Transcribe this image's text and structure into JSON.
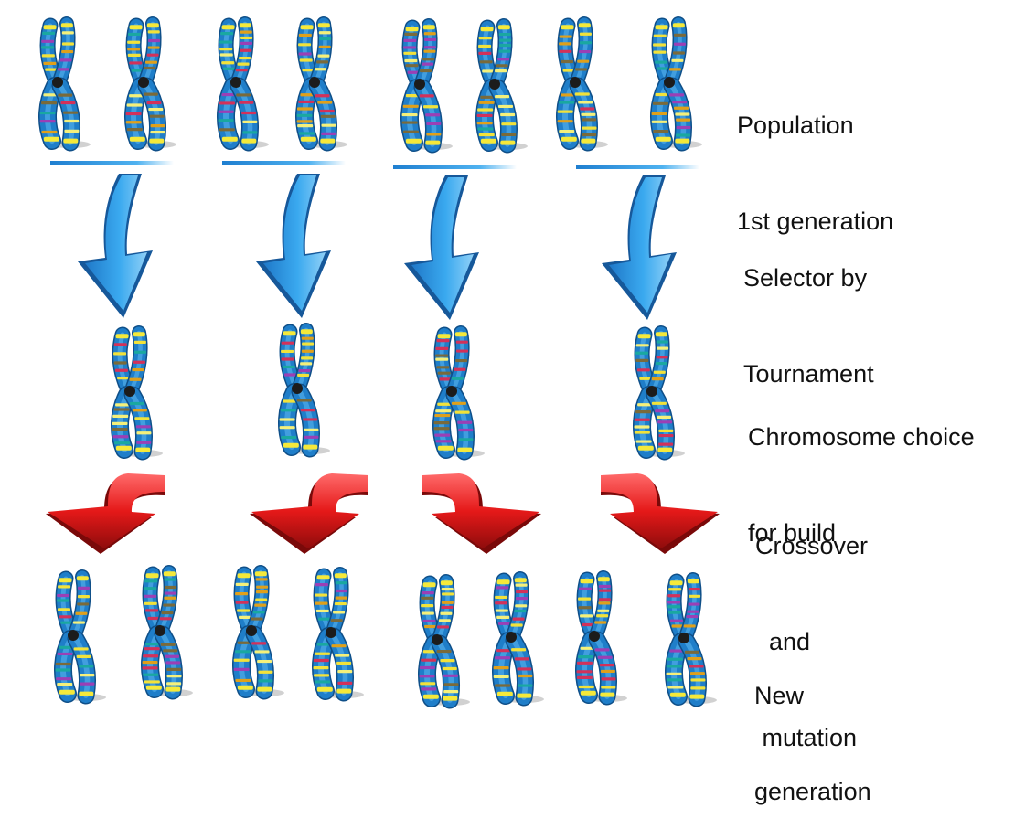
{
  "labels": {
    "population": [
      "Population",
      "1st generation"
    ],
    "selector": [
      "Selector by",
      "Tournament"
    ],
    "choice": [
      "Chromosome choice",
      "for build"
    ],
    "crossover": [
      "Crossover",
      "  and",
      " mutation"
    ],
    "new_generation": [
      "New",
      "generation"
    ]
  },
  "colors": {
    "selection_arrow": "#2e9be6",
    "crossover_arrow": "#e01818",
    "chromosome_body": "#1f7ec9",
    "centromere": "#1c1c1c",
    "band_palette": [
      "#f2e23a",
      "#9b3fb5",
      "#7a6a3a",
      "#e0a01a",
      "#1aa8a0",
      "#d2315a",
      "#f5f07a"
    ]
  },
  "icons": {
    "chromosome": "x-shaped-chromosome-icon",
    "selection_arrow": "curved-down-arrow-icon",
    "crossover_arrow": "curved-split-arrow-icon"
  }
}
